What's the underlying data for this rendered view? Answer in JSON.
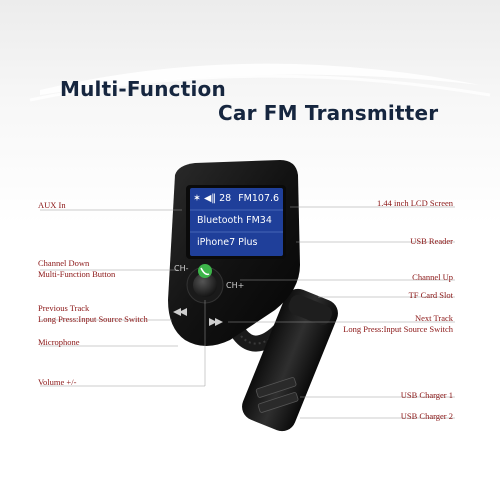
{
  "title": {
    "line1": "Multi-Function",
    "line2": "Car FM Transmitter"
  },
  "screen": {
    "row1_number": "28",
    "row1_freq": "FM107.6",
    "row2": "Bluetooth FM34",
    "row3": "iPhone7  Plus"
  },
  "buttons": {
    "ch_minus": "CH-",
    "ch_plus": "CH+"
  },
  "left_labels": {
    "aux_in": "AUX In",
    "channel_down": "Channel Down",
    "multi_function": "Multi-Function Button",
    "previous_track": "Previous Track",
    "previous_long_press": "Long Press:Input Source Switch",
    "microphone": "Microphone",
    "volume": "Volume +/-"
  },
  "right_labels": {
    "lcd_screen": "1.44 inch LCD Screen",
    "usb_reader": "USB Reader",
    "channel_up": "Channel Up",
    "tf_card_slot": "TF Card Slot",
    "next_track": "Next Track",
    "next_long_press": "Long Press:Input Source Switch",
    "usb_charger_1": "USB Charger 1",
    "usb_charger_2": "USB Charger 2"
  },
  "colors": {
    "title": "#16263f",
    "label": "#8a1414",
    "screen": "#1f3f9a",
    "device": "#151515",
    "accent_green": "#3db54a"
  }
}
